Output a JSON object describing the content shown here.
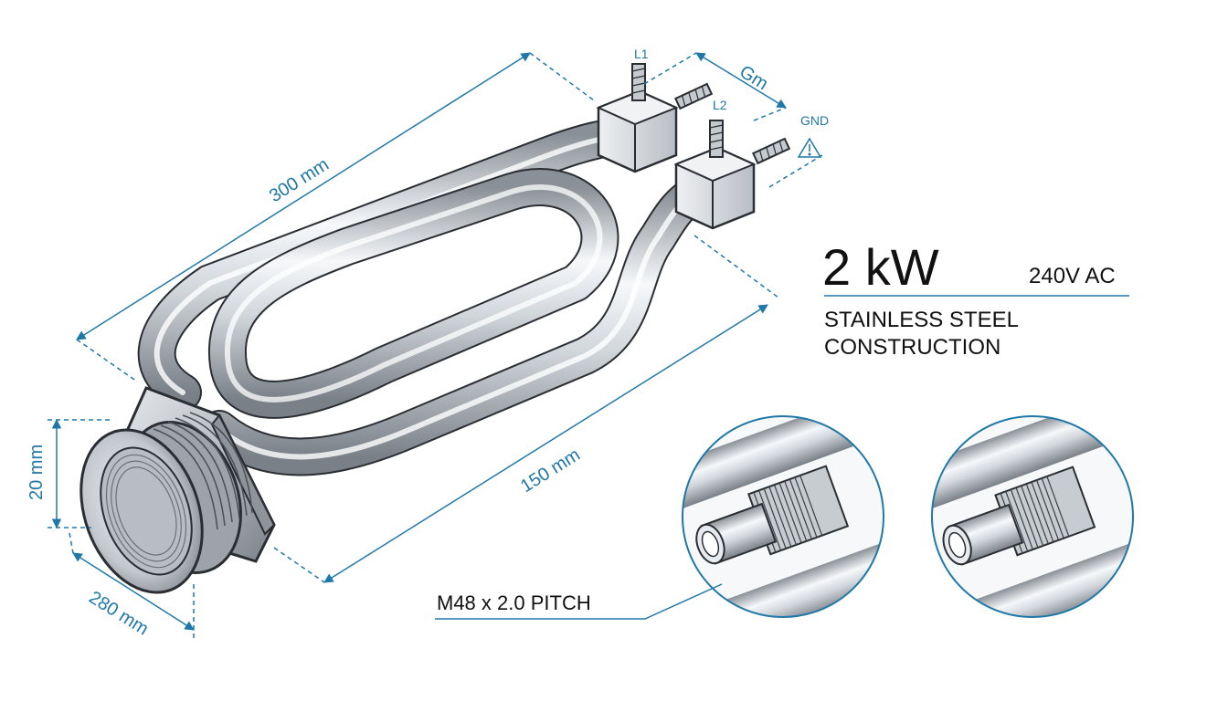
{
  "colors": {
    "dimension": "#1f78a8",
    "text": "#111111",
    "steel_light": "#f3f5f7",
    "steel_mid": "#c9ced4",
    "steel_dark": "#7d848c",
    "outline": "#2a2e33"
  },
  "dimensions": {
    "length_long": "300 mm",
    "length_inner": "150 mm",
    "flange_height": "20 mm",
    "flange_depth": "280 mm",
    "terminal_spacing": "Gm"
  },
  "terminals": {
    "l1": "L1",
    "l2": "L2",
    "ground": "GND",
    "warning_icon": "warning-triangle-icon"
  },
  "specs": {
    "power": "2 kW",
    "voltage": "240V AC",
    "material_line1": "STAINLESS STEEL",
    "material_line2": "CONSTRUCTION"
  },
  "callout": {
    "thread": "M48 x 2.0 PITCH"
  }
}
